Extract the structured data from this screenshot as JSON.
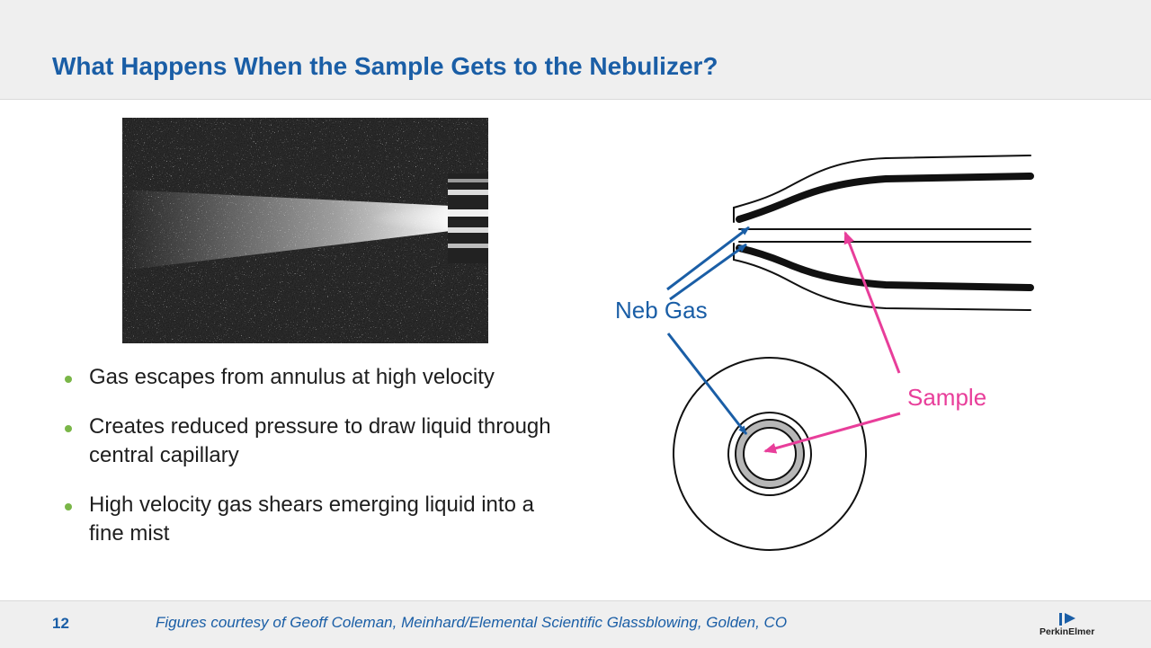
{
  "slide": {
    "title": "What Happens When the Sample Gets to the Nebulizer?",
    "bullets": [
      "Gas escapes from annulus at high velocity",
      "Creates reduced pressure to draw liquid through central capillary",
      "High velocity gas shears emerging liquid into a fine mist"
    ],
    "diagram": {
      "neb_gas_label": "Neb Gas",
      "sample_label": "Sample"
    }
  },
  "footer": {
    "page_number": "12",
    "credit": "Figures courtesy of Geoff  Coleman, Meinhard/Elemental Scientific Glassblowing, Golden, CO",
    "logo_text": "PerkinElmer"
  },
  "colors": {
    "title_blue": "#1a5ea6",
    "sample_pink": "#e83e9a",
    "bullet_green": "#7ab648"
  }
}
